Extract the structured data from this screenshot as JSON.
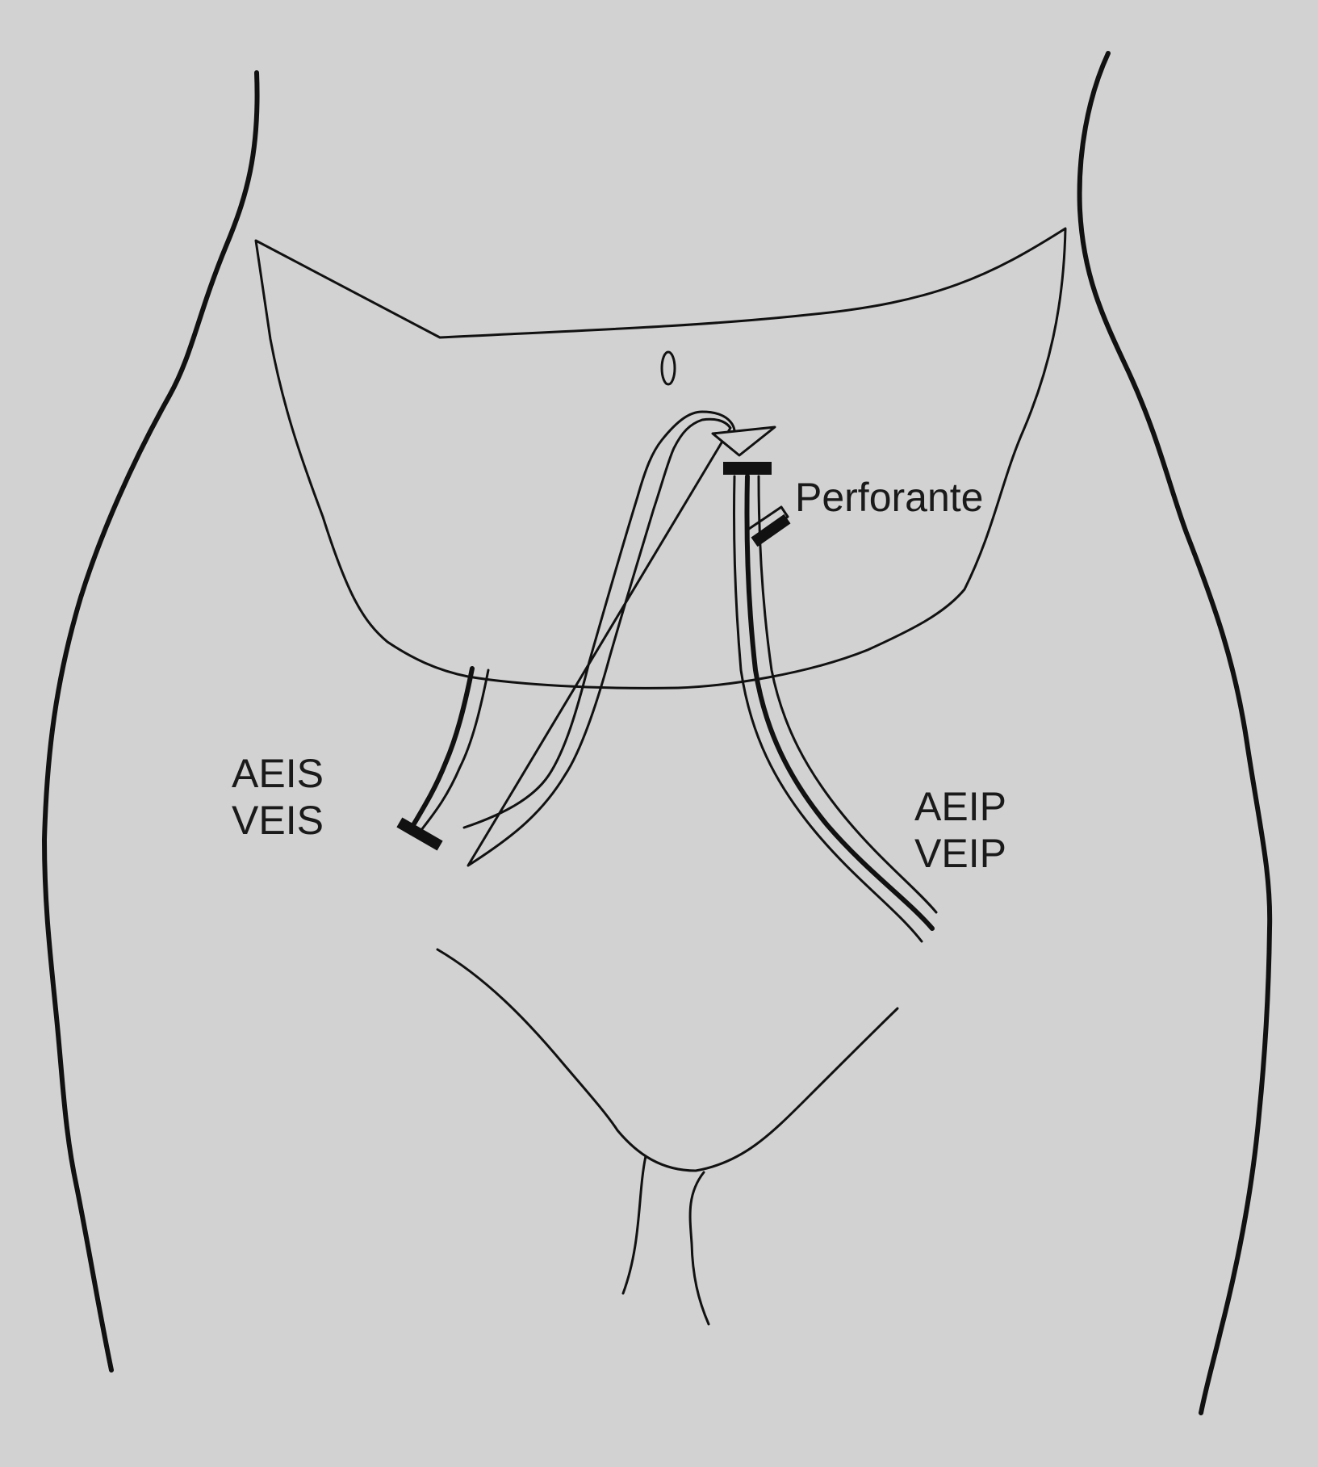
{
  "labels": {
    "perforante": "Perforante",
    "superficial_artery": "AEIS",
    "superficial_vein": "VEIS",
    "deep_artery": "AEIP",
    "deep_vein": "VEIP"
  },
  "colors": {
    "background": "#d2d2d2",
    "line": "#111111"
  }
}
